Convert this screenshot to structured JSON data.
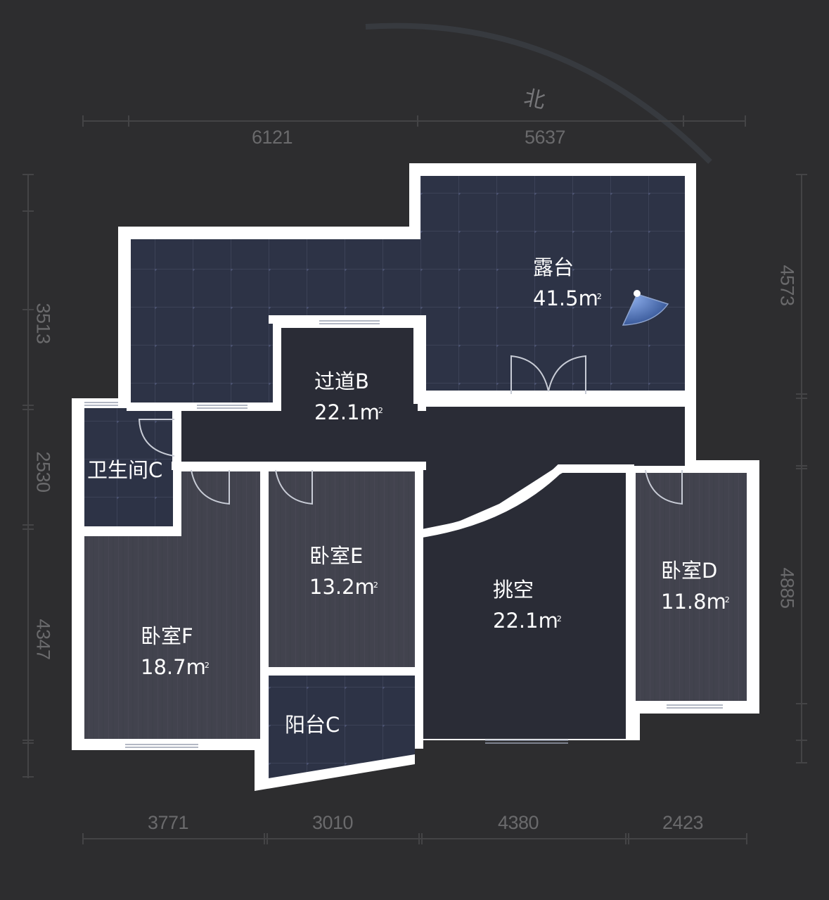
{
  "compass": {
    "label": "北",
    "icon": "north-arc-icon"
  },
  "dimensions": {
    "top": [
      "6121",
      "5637"
    ],
    "bottom": [
      "3771",
      "3010",
      "4380",
      "2423"
    ],
    "left": [
      "3513",
      "2530",
      "4347"
    ],
    "right": [
      "4573",
      "4885"
    ]
  },
  "rooms": [
    {
      "name": "露台",
      "area": "41.5m",
      "unit_sup": "2",
      "floor": "tile"
    },
    {
      "name": "过道B",
      "area": "22.1m",
      "unit_sup": "2",
      "floor": "plain"
    },
    {
      "name": "卫生间C",
      "area": "",
      "unit_sup": "",
      "floor": "tile"
    },
    {
      "name": "卧室E",
      "area": "13.2m",
      "unit_sup": "2",
      "floor": "wood"
    },
    {
      "name": "挑空",
      "area": "22.1m",
      "unit_sup": "2",
      "floor": "plain"
    },
    {
      "name": "卧室D",
      "area": "11.8m",
      "unit_sup": "2",
      "floor": "wood"
    },
    {
      "name": "卧室F",
      "area": "18.7m",
      "unit_sup": "2",
      "floor": "wood"
    },
    {
      "name": "阳台C",
      "area": "",
      "unit_sup": "",
      "floor": "tile"
    }
  ],
  "colors": {
    "background": "#2d2d2f",
    "wall": "#ffffff",
    "tile_floor": "#2d3346",
    "wood_floor": "#42434e",
    "plain_floor": "#2a2c36",
    "view_cone": "#5b7fc0"
  }
}
